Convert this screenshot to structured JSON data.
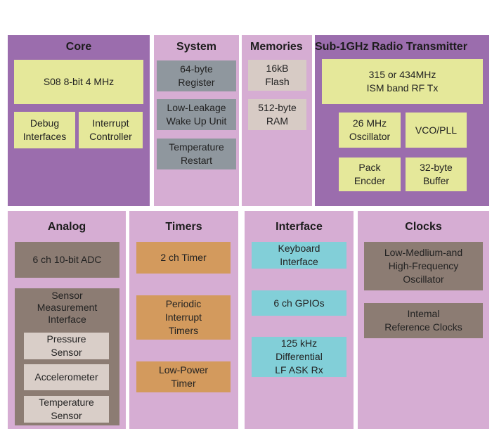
{
  "sections": {
    "core": {
      "title": "Core",
      "s08": "S08 8-bit 4 MHz",
      "debug": "Debug\nInterfaces",
      "interrupt": "Interrupt\nController"
    },
    "system": {
      "title": "System",
      "reg": "64-byte\nRegister",
      "wake": "Low-Leakage\nWake Up Unit",
      "temp": "Temperature\nRestart"
    },
    "memories": {
      "title": "Memories",
      "flash": "16kB\nFlash",
      "ram": "512-byte\nRAM"
    },
    "radio": {
      "title": "Sub-1GHz Radio Transmitter",
      "ism": "315 or 434MHz\nISM band RF Tx",
      "osc": "26 MHz\nOscillator",
      "vco": "VCO/PLL",
      "pack": "Pack\nEncder",
      "buffer": "32-byte\nBuffer"
    },
    "analog": {
      "title": "Analog",
      "adc": "6 ch 10-bit ADC",
      "sensor": "Sensor\nMeasurement\nInterface",
      "pressure": "Pressure\nSensor",
      "accel": "Accelerometer",
      "temperature": "Temperature\nSensor"
    },
    "timers": {
      "title": "Timers",
      "t2ch": "2 ch Timer",
      "periodic": "Periodic\nInterrupt\nTimers",
      "lowpower": "Low-Power\nTimer"
    },
    "interface": {
      "title": "Interface",
      "keyboard": "Keyboard\nInterface",
      "gpio": "6 ch GPIOs",
      "lfask": "125 kHz\nDifferential\nLF ASK Rx"
    },
    "clocks": {
      "title": "Clocks",
      "osc": "Low-Medlium-and\nHigh-Frequency\nOscillator",
      "ref": "Intemal\nReference Clocks"
    }
  }
}
